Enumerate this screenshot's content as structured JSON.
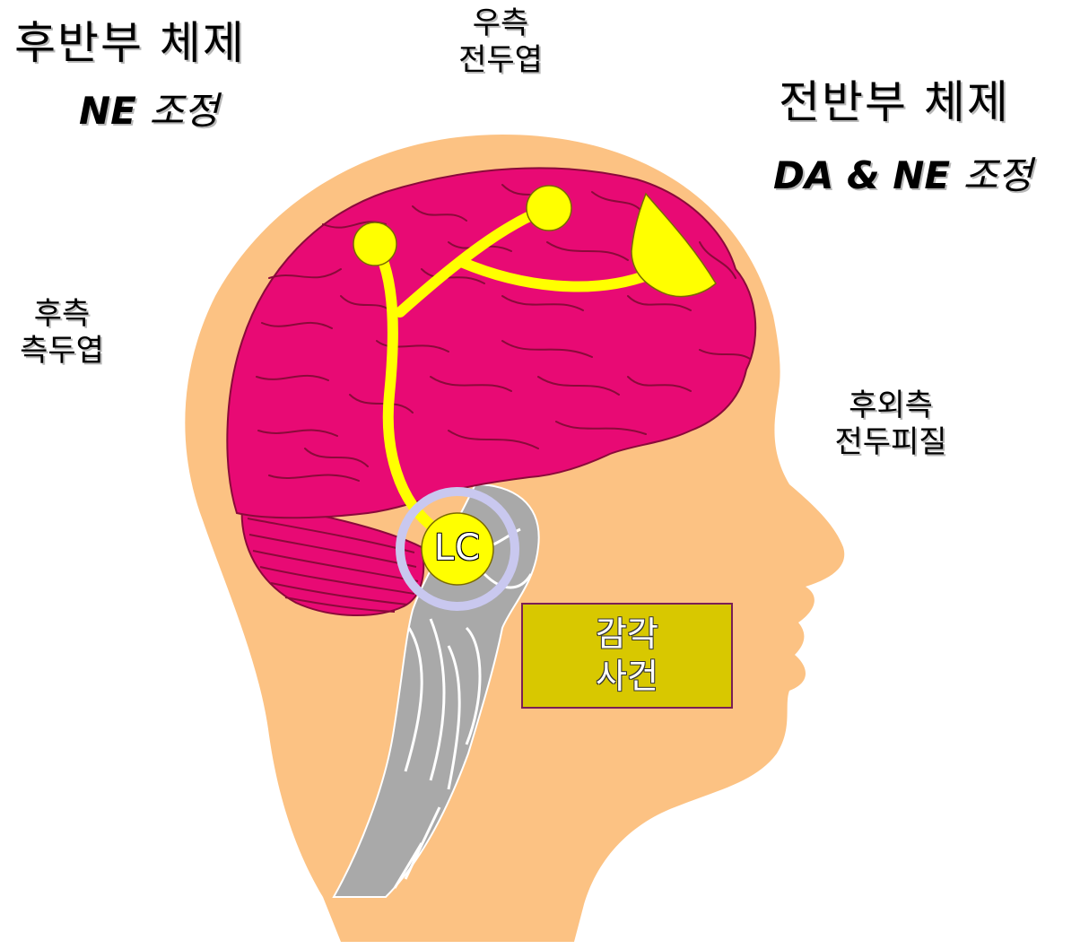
{
  "labels": {
    "posterior_title": "후반부 체제",
    "posterior_sub_bold": "NE",
    "posterior_sub_kor": "조정",
    "right_frontal_1": "우측",
    "right_frontal_2": "전두엽",
    "anterior_title": "전반부 체제",
    "anterior_sub_bold": "DA & NE",
    "anterior_sub_kor": "조정",
    "posterior_temporal_1": "후측",
    "posterior_temporal_2": "측두엽",
    "dlpfc_1": "후외측",
    "dlpfc_2": "전두피질",
    "lc": "LC",
    "sensory_event_1": "감각",
    "sensory_event_2": "사건"
  },
  "colors": {
    "head": "#fcc283",
    "brain": "#e80a74",
    "brain_folds": "#8a0a3a",
    "pathway": "#ffff00",
    "lc_ring": "#c9c8ef",
    "brainstem": "#a9a9a9",
    "event_box": "#d8c800"
  }
}
